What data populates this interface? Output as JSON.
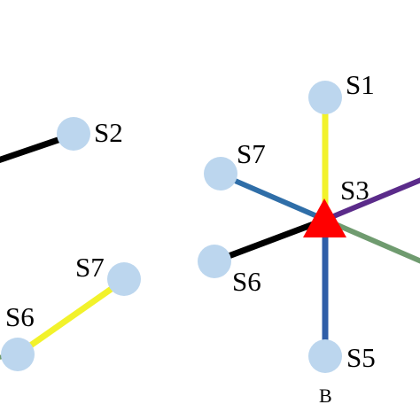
{
  "colors": {
    "node_fill": "#bcd6ee",
    "hub_fill": "#ff0000",
    "edge_black": "#000000",
    "edge_yellow": "#f2f22b",
    "edge_blue": "#2f6ea8",
    "edge_dark_blue": "#2f5ea8",
    "edge_purple": "#5b2b8a",
    "edge_green": "#6f9b6f"
  },
  "left_panel": {
    "nodes": {
      "s2": "S2",
      "s7": "S7",
      "s6": "S6"
    }
  },
  "right_panel": {
    "panel_label": "B",
    "hub_label": "S3",
    "nodes": {
      "s1": "S1",
      "s7": "S7",
      "s6": "S6",
      "s5": "S5"
    }
  }
}
